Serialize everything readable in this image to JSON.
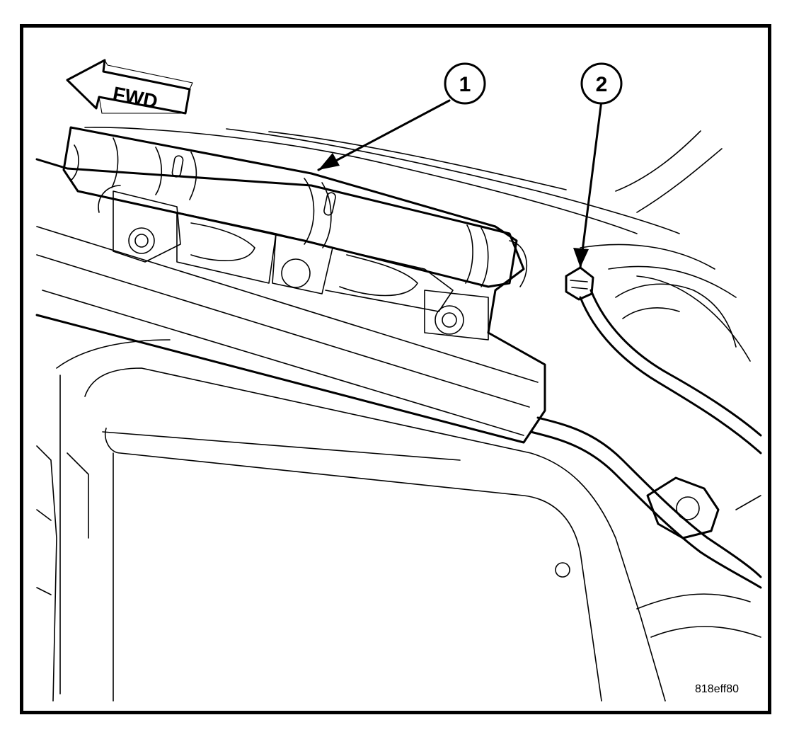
{
  "direction_arrow": {
    "label": "FWD"
  },
  "callouts": [
    {
      "id": "callout-1",
      "label": "1"
    },
    {
      "id": "callout-2",
      "label": "2"
    }
  ],
  "figure_id": "818eff80"
}
